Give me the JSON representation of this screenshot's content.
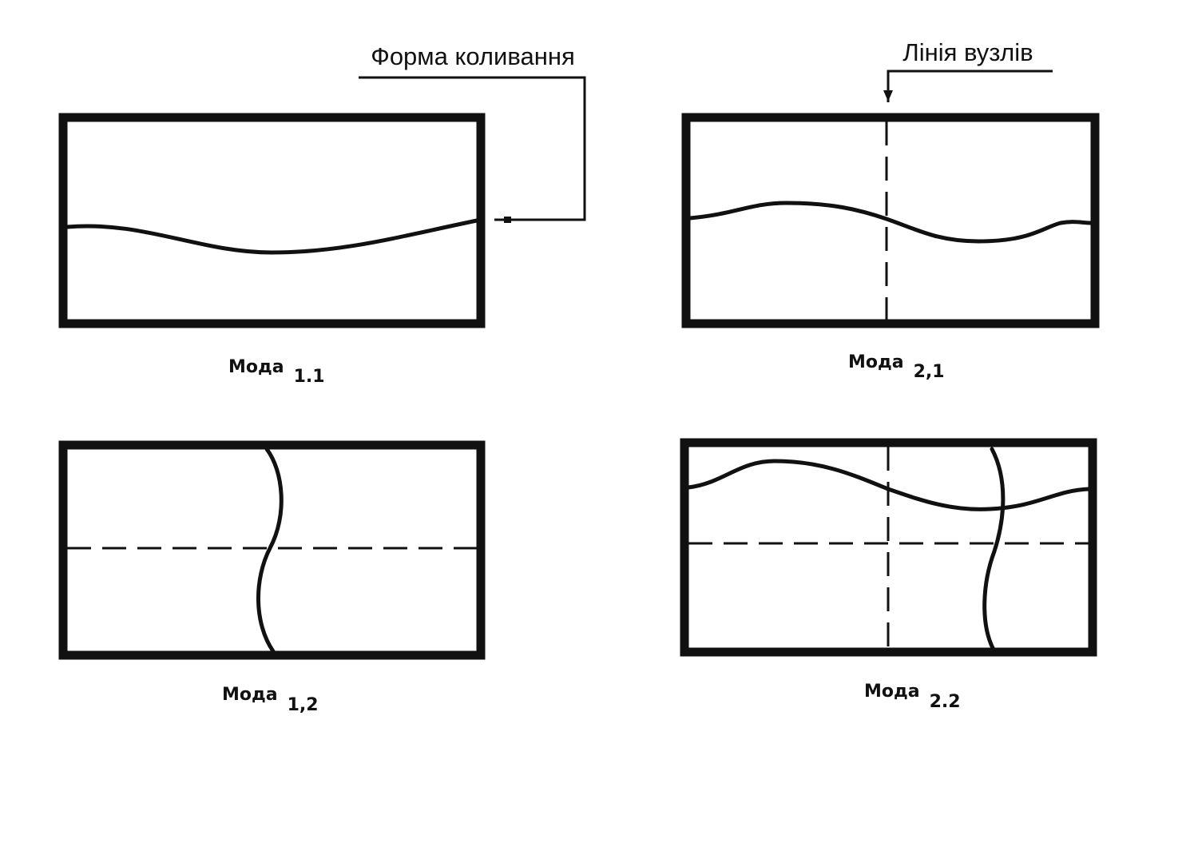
{
  "callouts": {
    "vibration_shape": "Форма коливання",
    "node_line": "Лінія вузлів"
  },
  "modes": [
    {
      "name": "Мода",
      "index": "1.1"
    },
    {
      "name": "Мода",
      "index": "2,1"
    },
    {
      "name": "Мода",
      "index": "1,2"
    },
    {
      "name": "Мода",
      "index": "2.2"
    }
  ]
}
